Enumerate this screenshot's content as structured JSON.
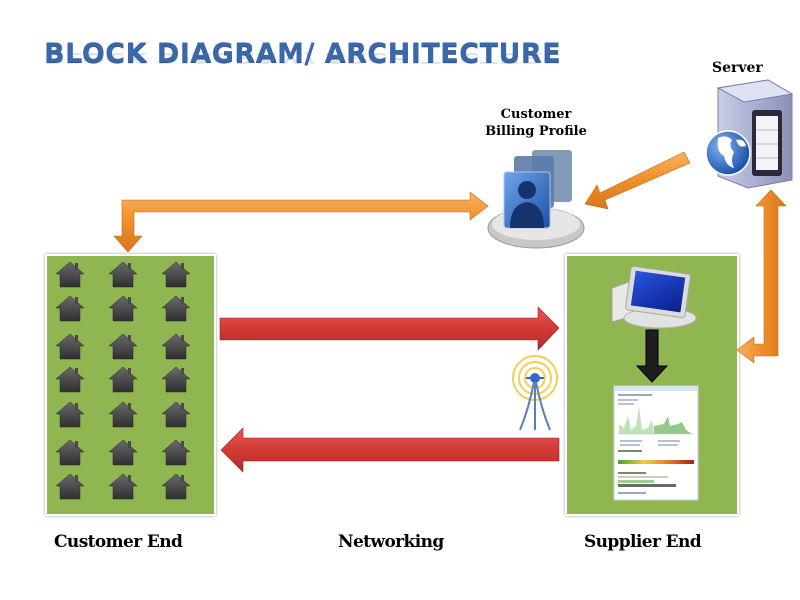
{
  "title": "BLOCK DIAGRAM/ ARCHITECTURE",
  "nodes": {
    "server": {
      "label": "Server",
      "icon": "server-globe-icon"
    },
    "billing_profile": {
      "label_line1": "Customer",
      "label_line2": "Billing Profile",
      "icon": "user-profiles-icon"
    },
    "customer_end": {
      "label": "Customer End",
      "icon": "house-icon",
      "house_count": 21,
      "grid": "3 columns x 7 rows"
    },
    "networking": {
      "label": "Networking",
      "icon": "radio-tower-icon"
    },
    "supplier_end": {
      "label": "Supplier End",
      "icons": [
        "computer-monitor-icon",
        "down-arrow-icon",
        "energy-dashboard-screenshot"
      ]
    }
  },
  "connections": [
    {
      "from": "server",
      "to": "billing_profile",
      "color": "#f0922b"
    },
    {
      "from": "billing_profile",
      "to": "customer_end",
      "color": "#f0922b",
      "bidirectional": true
    },
    {
      "from": "server",
      "to": "supplier_end",
      "color": "#f0922b",
      "bidirectional": true
    },
    {
      "from": "customer_end",
      "to": "supplier_end",
      "color": "#d43a36"
    },
    {
      "from": "supplier_end",
      "to": "customer_end",
      "color": "#d43a36"
    }
  ],
  "colors": {
    "title": "#3a68a8",
    "panel": "#8fb650",
    "orange_arrow": "#f0922b",
    "red_arrow": "#d43a36",
    "house": "#4a4a4a"
  }
}
